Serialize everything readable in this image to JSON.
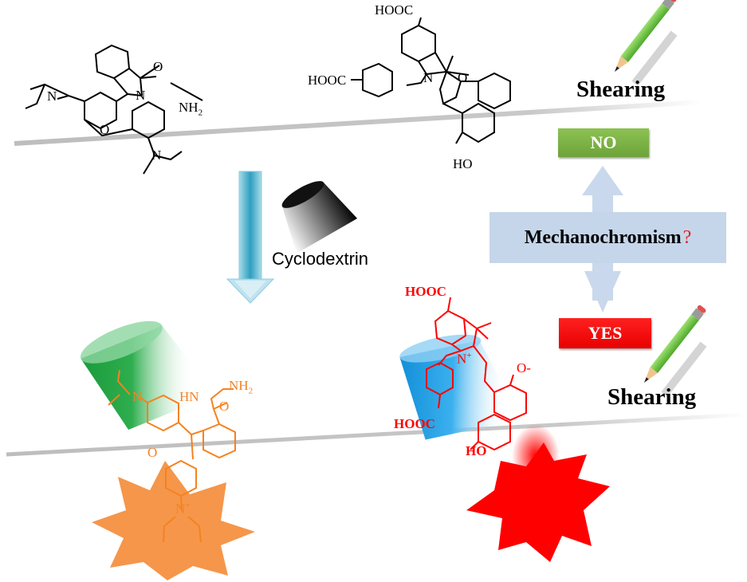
{
  "top_section": {
    "shearing_label": "Shearing",
    "rhodamine": {
      "labels": [
        "N",
        "N",
        "O",
        "O",
        "NH2",
        "N"
      ],
      "amine_label": "NH",
      "amine_sub": "2"
    },
    "spiropyran": {
      "cooh_top": "HOOC",
      "cooh_left": "HOOC",
      "n_label": "N",
      "o_label": "O",
      "oh_label": "HO"
    }
  },
  "decision": {
    "question": "Mechanochromism",
    "question_mark": "?",
    "no_label": "NO",
    "yes_label": "YES",
    "colors": {
      "no": "#7db544",
      "yes": "#ff0000",
      "box": "#c5d6ea",
      "arrow": "#c9d8ec"
    }
  },
  "reagent": {
    "label": "Cyclodextrin",
    "arrow_color": "#2e9fc0"
  },
  "bottom_section": {
    "shearing_label": "Shearing",
    "rhodamine_open": {
      "color": "#f5821f",
      "hn_label": "HN",
      "nh2_label": "NH",
      "nh2_sub": "2",
      "o_label": "O",
      "o_ring_label": "O",
      "n_plus_label": "N",
      "n_plus_charge": "+",
      "n_label": "N",
      "star_color": "#f5964a",
      "cd_color": "#2aa043"
    },
    "merocyanine": {
      "color": "#ff0000",
      "cooh_top": "HOOC",
      "cooh_bottom": "HOOC",
      "n_plus_label": "N",
      "n_plus_charge": "+",
      "o_minus_label": "O-",
      "oh_label": "HO",
      "star_color": "#ff0000",
      "cd_color": "#1a9be0"
    }
  }
}
